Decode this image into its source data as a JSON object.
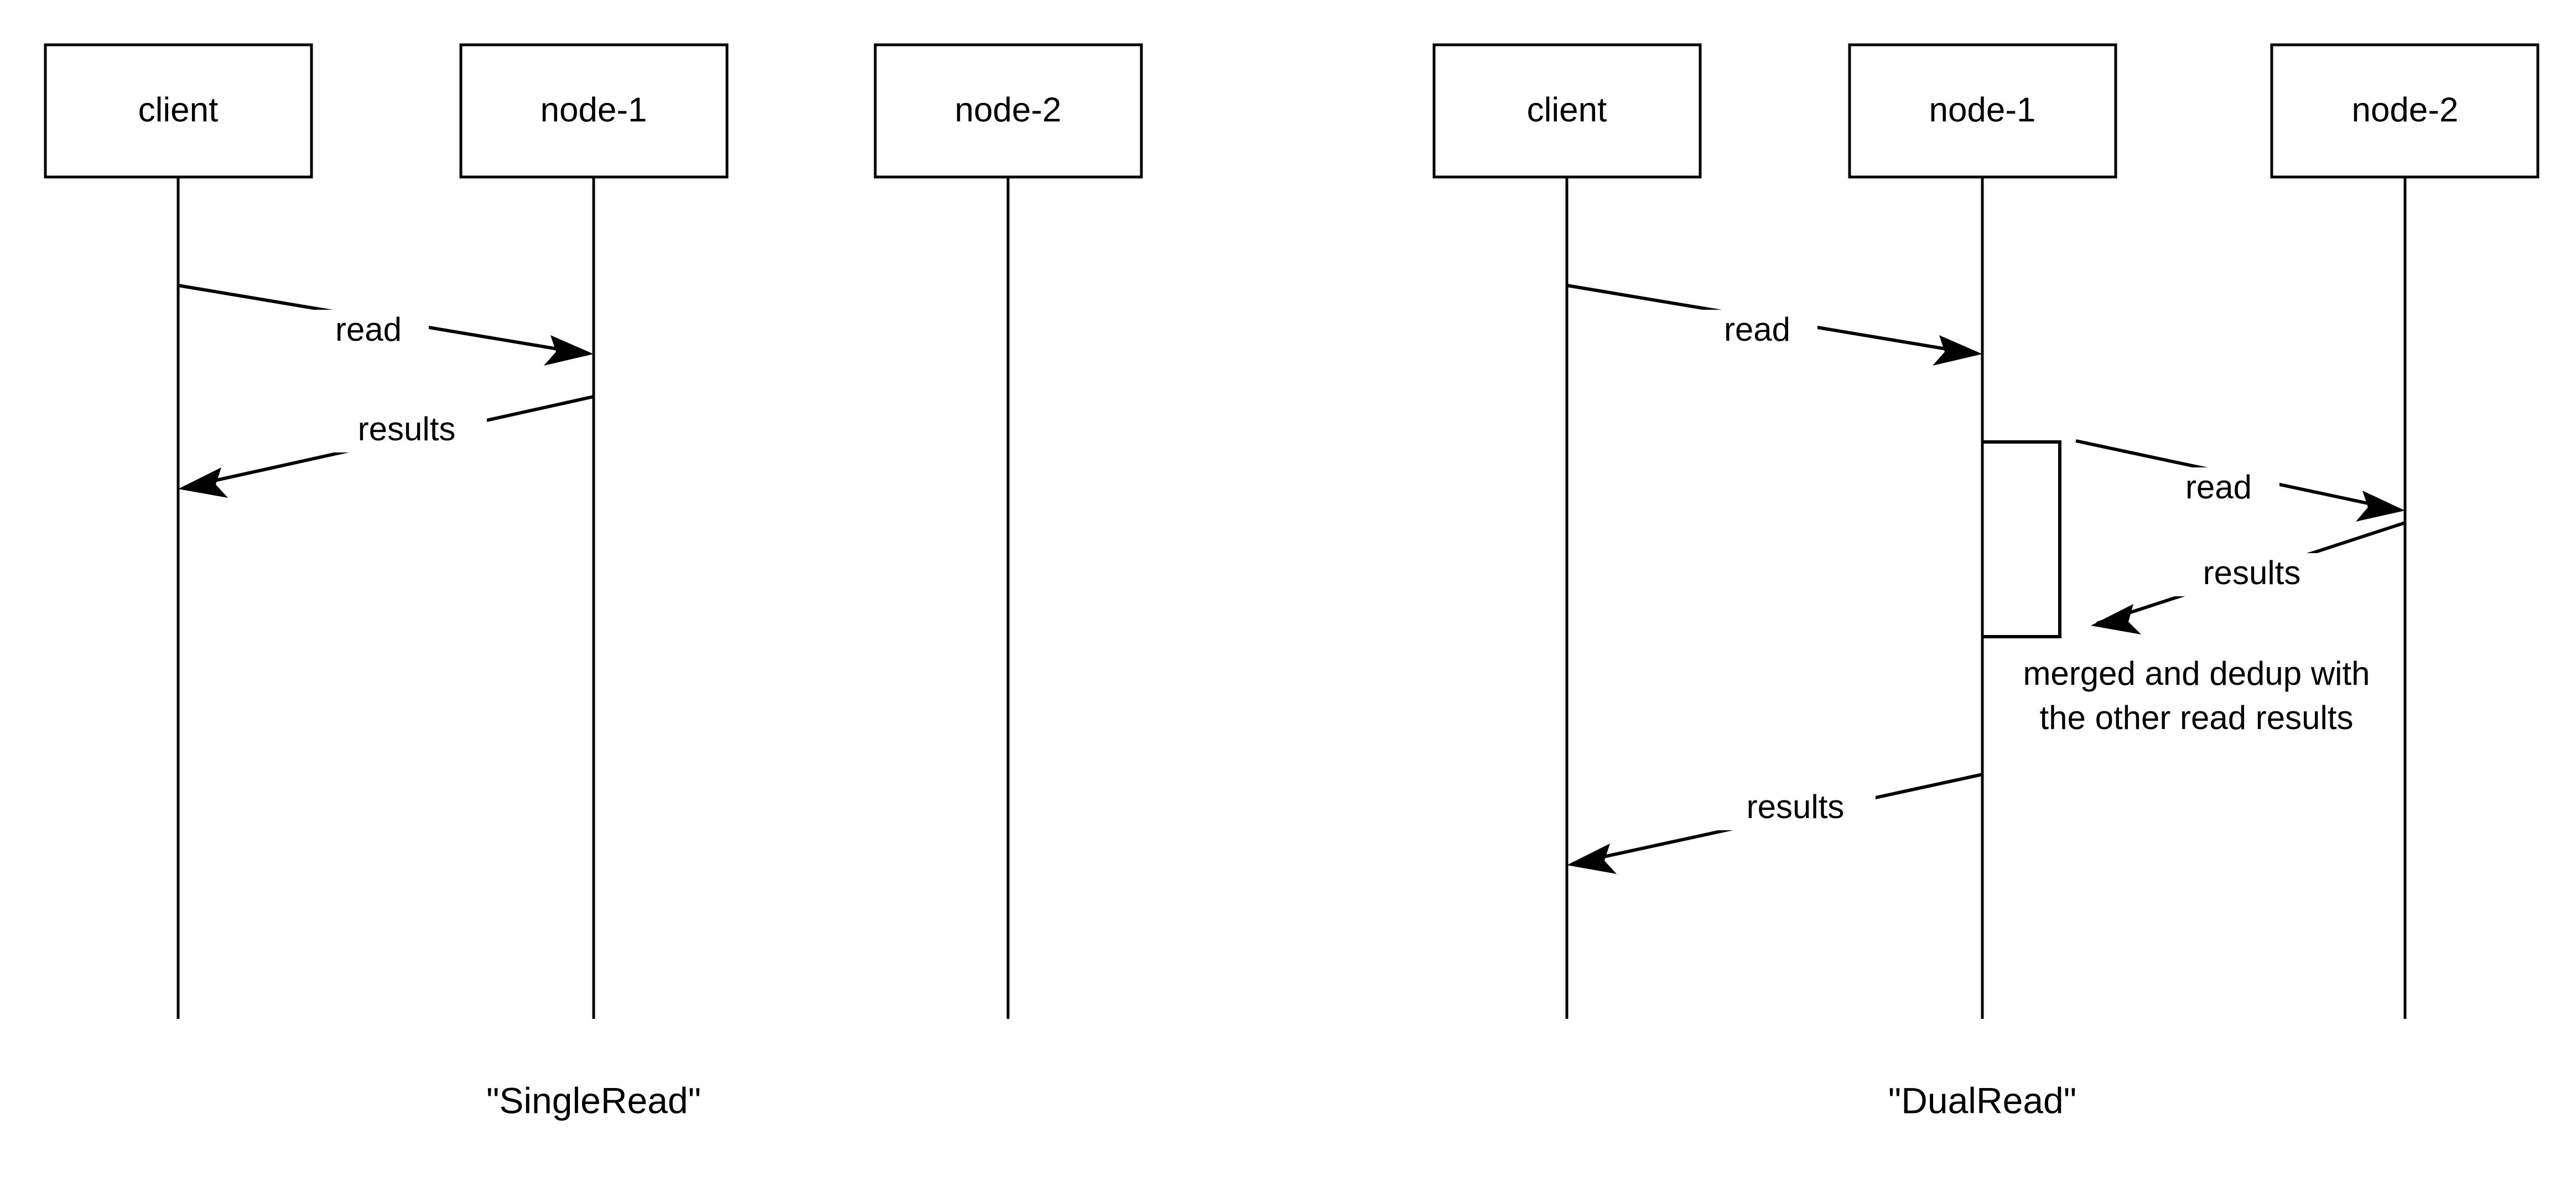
{
  "diagram": {
    "type": "uml-sequence-diagram",
    "background_color": "#ffffff",
    "line_color": "#000000",
    "text_color": "#000000",
    "panels": [
      {
        "id": "single-read",
        "caption": "\"SingleRead\"",
        "participants": [
          {
            "id": "client",
            "label": "client"
          },
          {
            "id": "node-1",
            "label": "node-1"
          },
          {
            "id": "node-2",
            "label": "node-2"
          }
        ],
        "messages": [
          {
            "id": "m1",
            "label": "read",
            "from": "client",
            "to": "node-1",
            "direction": "right"
          },
          {
            "id": "m2",
            "label": "results",
            "from": "node-1",
            "to": "client",
            "direction": "left"
          }
        ],
        "activations": [],
        "notes": []
      },
      {
        "id": "dual-read",
        "caption": "\"DualRead\"",
        "participants": [
          {
            "id": "client",
            "label": "client"
          },
          {
            "id": "node-1",
            "label": "node-1"
          },
          {
            "id": "node-2",
            "label": "node-2"
          }
        ],
        "messages": [
          {
            "id": "m1",
            "label": "read",
            "from": "client",
            "to": "node-1",
            "direction": "right"
          },
          {
            "id": "m2",
            "label": "read",
            "from": "node-1",
            "to": "node-2",
            "direction": "right"
          },
          {
            "id": "m3",
            "label": "results",
            "from": "node-2",
            "to": "node-1",
            "direction": "left"
          },
          {
            "id": "m4",
            "label": "results",
            "from": "node-1",
            "to": "client",
            "direction": "left"
          }
        ],
        "activations": [
          {
            "id": "a1",
            "on": "node-1"
          }
        ],
        "notes": [
          {
            "id": "n1",
            "on": "node-1",
            "lines": [
              "merged and dedup with",
              "the other read results"
            ]
          }
        ]
      }
    ]
  }
}
